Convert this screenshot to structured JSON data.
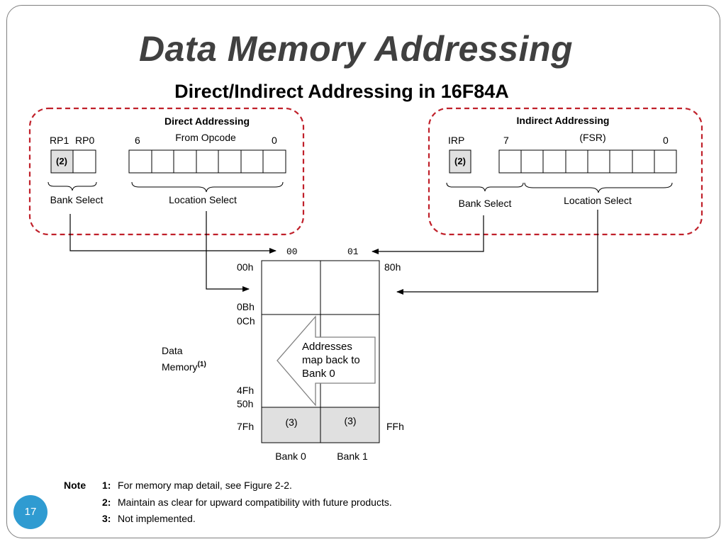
{
  "slide": {
    "title": "Data Memory Addressing",
    "subtitle": "Direct/Indirect Addressing in 16F84A",
    "page_number": "17"
  },
  "direct": {
    "heading": "Direct Addressing",
    "rp1": "RP1",
    "rp0": "RP0",
    "bit_high": "6",
    "source": "From Opcode",
    "bit_low": "0",
    "reserved": "(2)",
    "bank_select": "Bank Select",
    "location_select": "Location Select"
  },
  "indirect": {
    "heading": "Indirect Addressing",
    "irp": "IRP",
    "bit_high": "7",
    "source": "(FSR)",
    "bit_low": "0",
    "reserved": "(2)",
    "bank_select": "Bank Select",
    "location_select": "Location Select"
  },
  "memory": {
    "bank0_code": "00",
    "bank1_code": "01",
    "addr_00h": "00h",
    "addr_0bh": "0Bh",
    "addr_0ch": "0Ch",
    "addr_4fh": "4Fh",
    "addr_50h": "50h",
    "addr_7fh": "7Fh",
    "addr_80h": "80h",
    "addr_ffh": "FFh",
    "label_line1": "Data",
    "label_line2": "Memory",
    "label_note": "(1)",
    "mirror_line1": "Addresses",
    "mirror_line2": "map back to",
    "mirror_line3": "Bank 0",
    "unimpl_bank0": "(3)",
    "unimpl_bank1": "(3)",
    "bank0_label": "Bank 0",
    "bank1_label": "Bank 1"
  },
  "notes": {
    "key": "Note",
    "items": [
      {
        "num": "1:",
        "text": "For memory map detail, see Figure 2-2."
      },
      {
        "num": "2:",
        "text": "Maintain as clear for upward compatibility with future products."
      },
      {
        "num": "3:",
        "text": "Not implemented."
      }
    ]
  },
  "colors": {
    "dashed_border": "#c0202a",
    "unimplemented_fill": "#e0e0e0",
    "page_badge": "#2f9bd1"
  }
}
